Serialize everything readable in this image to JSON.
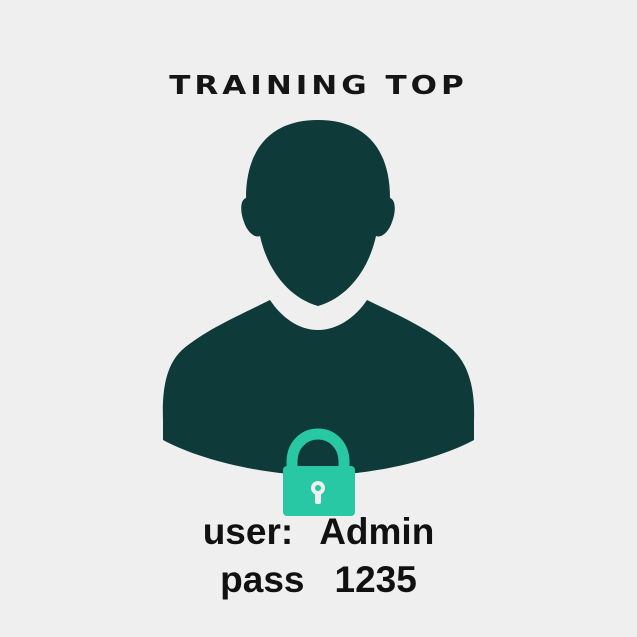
{
  "title": "TRAINING TOP",
  "icons": {
    "figure": "user-silhouette-icon",
    "lock": "padlock-icon"
  },
  "colors": {
    "background": "#efefef",
    "figure": "#0f3a3a",
    "lock": "#27c8a3",
    "text": "#111111"
  },
  "credentials": {
    "user_label": "user:",
    "user_value": "Admin",
    "pass_label": "pass",
    "pass_value": "1235"
  }
}
